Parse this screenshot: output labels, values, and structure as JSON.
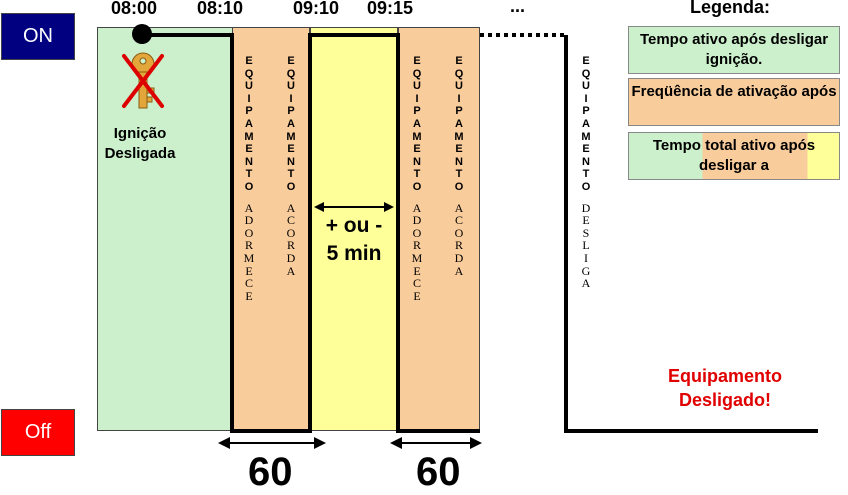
{
  "states": {
    "on": "ON",
    "off": "Off"
  },
  "times": [
    "08:00",
    "08:10",
    "09:10",
    "09:15",
    "..."
  ],
  "ignition": {
    "label_line1": "Ignição",
    "label_line2": "Desligada"
  },
  "columns": [
    {
      "word1": "EQUIPAMENTO",
      "word2": "ADORMECE"
    },
    {
      "word1": "EQUIPAMENTO",
      "word2": "ACORDA"
    },
    {
      "word1": "EQUIPAMENTO",
      "word2": "ADORMECE"
    },
    {
      "word1": "EQUIPAMENTO",
      "word2": "ACORDA"
    },
    {
      "word1": "EQUIPAMENTO",
      "word2": "DESLIGA"
    }
  ],
  "interval_label": {
    "line1": "+ ou -",
    "line2": "5 min"
  },
  "dimensions": [
    "60",
    "60"
  ],
  "status": {
    "line1": "Equipamento",
    "line2": "Desligado!"
  },
  "legend": {
    "title": "Legenda:",
    "items": [
      {
        "text": "Tempo ativo após desligar ignição."
      },
      {
        "text": "Freqüência de ativação após"
      },
      {
        "text": "Tempo total ativo após desligar a"
      }
    ]
  },
  "colors": {
    "on_box": "#000080",
    "off_box": "#ff0000",
    "green": "#ccf0cc",
    "orange": "#f9cc9c",
    "yellow": "#ffff99",
    "status_text": "#e00000"
  }
}
